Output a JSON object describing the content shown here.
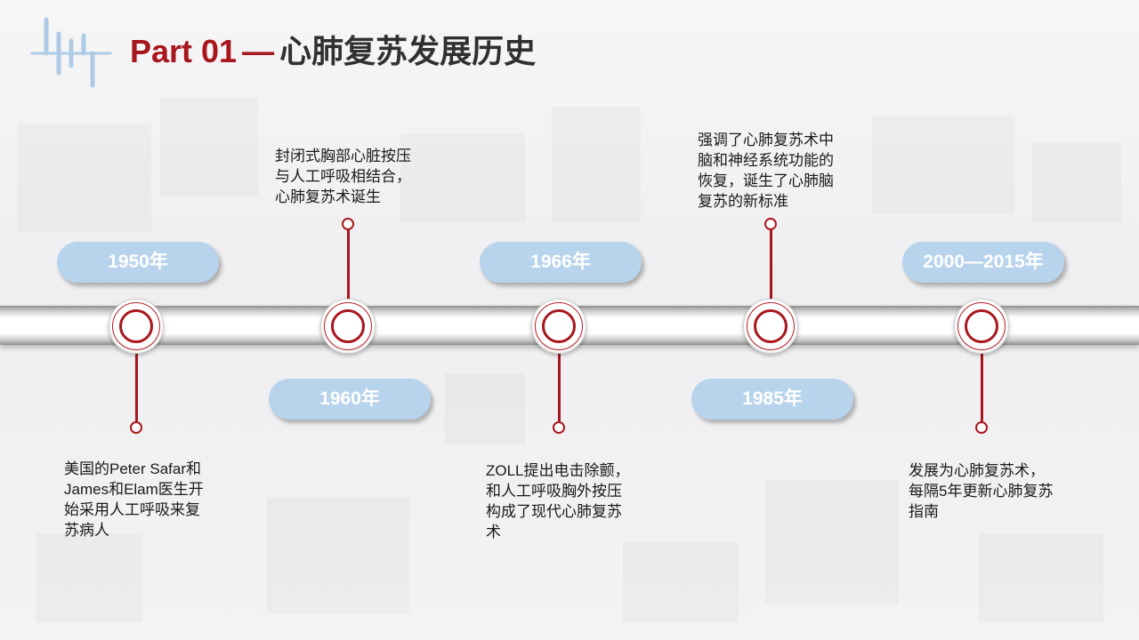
{
  "header": {
    "title_part": "Part 01",
    "title_dash": "—",
    "title_sub": "心肺复苏发展历史"
  },
  "timeline": [
    {
      "year": "1950年",
      "text": "美国的Peter Safar和\nJames和Elam医生开\n始采用人工呼吸来复\n苏病人"
    },
    {
      "year": "1960年",
      "text": "封闭式胸部心脏按压\n与人工呼吸相结合，\n心肺复苏术诞生"
    },
    {
      "year": "1966年",
      "text": "ZOLL提出电击除颤，\n和人工呼吸胸外按压\n构成了现代心肺复苏\n术"
    },
    {
      "year": "1985年",
      "text": "强调了心肺复苏术中\n脑和神经系统功能的\n恢复，诞生了心肺脑\n复苏的新标准"
    },
    {
      "year": "2000—2015年",
      "text": "发展为心肺复苏术，\n每隔5年更新心肺复苏\n指南"
    }
  ],
  "colors": {
    "accent": "#a8171d",
    "pill": "#b8d3ec",
    "text": "#1a1a1a"
  }
}
